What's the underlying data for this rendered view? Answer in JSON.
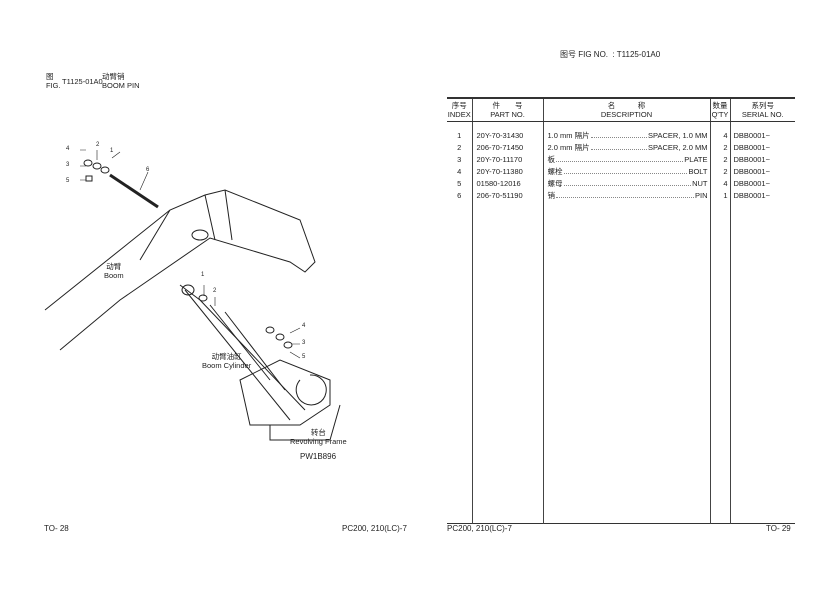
{
  "header_right": {
    "label_cn": "图号",
    "label": "FIG NO.",
    "sep": ":",
    "fig_no": "T1125-01A0"
  },
  "header_left": {
    "fig_cn": "图",
    "fig": "FIG.",
    "fig_no": "T1125-01A0",
    "title_cn": "动臂销",
    "title": "BOOM PIN"
  },
  "table": {
    "headers": [
      {
        "cn": "序号",
        "en": "INDEX"
      },
      {
        "cn": "件　　号",
        "en": "PART NO."
      },
      {
        "cn": "名　　　称",
        "en": "DESCRIPTION"
      },
      {
        "cn": "数量",
        "en": "Q'TY"
      },
      {
        "cn": "系列号",
        "en": "SERIAL NO."
      }
    ],
    "rows": [
      {
        "index": "1",
        "part_no": "20Y-70-31430",
        "desc_cn": "1.0 mm 隔片",
        "desc_en": "SPACER, 1.0 MM",
        "qty": "4",
        "serial": "DBB0001~"
      },
      {
        "index": "2",
        "part_no": "206-70-71450",
        "desc_cn": "2.0 mm 隔片",
        "desc_en": "SPACER, 2.0 MM",
        "qty": "2",
        "serial": "DBB0001~"
      },
      {
        "index": "3",
        "part_no": "20Y-70-11170",
        "desc_cn": "板",
        "desc_en": "PLATE",
        "qty": "2",
        "serial": "DBB0001~"
      },
      {
        "index": "4",
        "part_no": "20Y-70-11380",
        "desc_cn": "螺栓",
        "desc_en": "BOLT",
        "qty": "2",
        "serial": "DBB0001~"
      },
      {
        "index": "5",
        "part_no": "01580-12016",
        "desc_cn": "螺母",
        "desc_en": "NUT",
        "qty": "4",
        "serial": "DBB0001~"
      },
      {
        "index": "6",
        "part_no": "206-70-51190",
        "desc_cn": "销",
        "desc_en": "PIN",
        "qty": "1",
        "serial": "DBB0001~"
      }
    ]
  },
  "drawing": {
    "labels": {
      "boom_cn": "动臂",
      "boom": "Boom",
      "cyl_cn": "动臂油缸",
      "cyl": "Boom Cylinder",
      "frame_cn": "转台",
      "frame": "Revolving Frame",
      "drawing_no": "PW1B896"
    },
    "callouts": [
      "1",
      "2",
      "3",
      "4",
      "5",
      "6"
    ]
  },
  "footer": {
    "left_page": "TO- 28",
    "left_model": "PC200, 210(LC)-7",
    "right_model": "PC200, 210(LC)-7",
    "right_page": "TO- 29"
  }
}
